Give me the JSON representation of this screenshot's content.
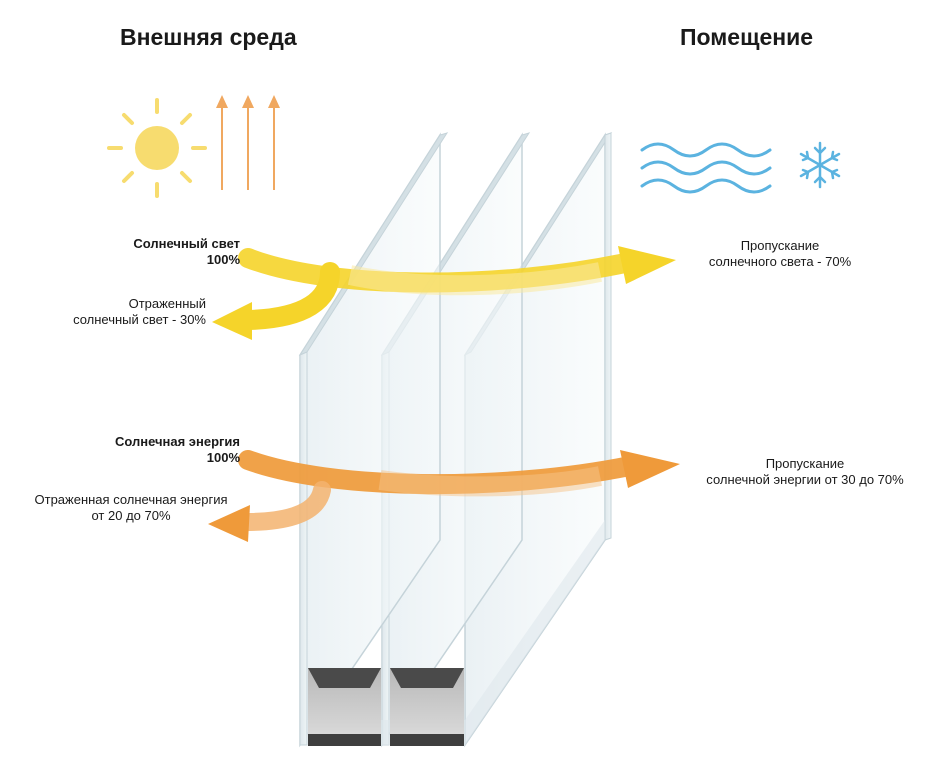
{
  "headings": {
    "outside": "Внешняя среда",
    "room": "Помещение"
  },
  "labels": {
    "sunlight": {
      "line1": "Солнечный свет",
      "line2": "100%"
    },
    "reflected_light": {
      "line1": "Отраженный",
      "line2": "солнечный свет - 30%"
    },
    "light_transmission": {
      "line1": "Пропускание",
      "line2": "солнечного света - 70%"
    },
    "solar_energy": {
      "line1": "Солнечная энергия",
      "line2": "100%"
    },
    "reflected_energy": {
      "line1": "Отраженная солнечная энергия",
      "line2": "от 20 до 70%"
    },
    "energy_transmission": {
      "line1": "Пропускание",
      "line2": "солнечной энергии от 30 до 70%"
    }
  },
  "icons": [
    "sun-icon",
    "sun-ray-arrows-icon",
    "heat-waves-icon",
    "snowflake-icon"
  ],
  "colors": {
    "light_flow": "#f5d42a",
    "energy_flow": "#ef9a3a",
    "sun": "#f7dc6f",
    "rays": "#f0a860",
    "cold": "#5bb3e0",
    "glass_edge": "#c9d7dd"
  }
}
